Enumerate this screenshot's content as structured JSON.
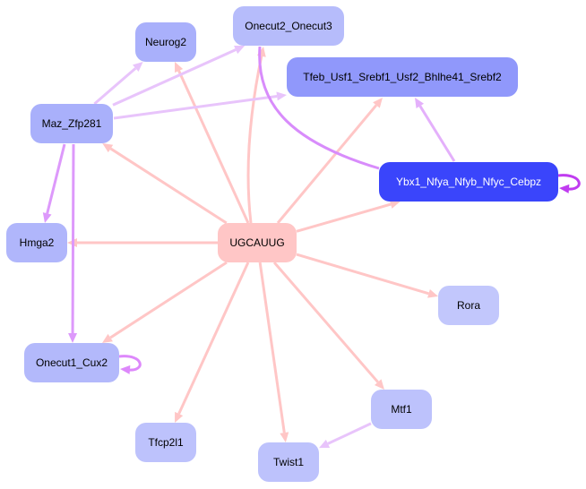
{
  "graph": {
    "type": "directed-network",
    "nodes": [
      {
        "id": "UGCAUUG",
        "label": "UGCAUUG",
        "fill": "#ffc6c6",
        "text_color": "#000000",
        "kind": "mirna-seed"
      },
      {
        "id": "Neurog2",
        "label": "Neurog2",
        "fill": "#a9b0fb",
        "text_color": "#000000"
      },
      {
        "id": "Onecut2_Onecut3",
        "label": "Onecut2_Onecut3",
        "fill": "#b6bcfb",
        "text_color": "#000000"
      },
      {
        "id": "Tfeb",
        "label": "Tfeb_Usf1_Srebf1_Usf2_Bhlhe41_Srebf2",
        "fill": "#9098fb",
        "text_color": "#000000"
      },
      {
        "id": "Maz_Zfp281",
        "label": "Maz_Zfp281",
        "fill": "#a9b0fb",
        "text_color": "#000000"
      },
      {
        "id": "Ybx1",
        "label": "Ybx1_Nfya_Nfyb_Nfyc_Cebpz",
        "fill": "#3a45fb",
        "text_color": "#ffffff"
      },
      {
        "id": "Hmga2",
        "label": "Hmga2",
        "fill": "#b0b6fb",
        "text_color": "#000000"
      },
      {
        "id": "Rora",
        "label": "Rora",
        "fill": "#c2c7fc",
        "text_color": "#000000"
      },
      {
        "id": "Onecut1_Cux2",
        "label": "Onecut1_Cux2",
        "fill": "#b3b9fb",
        "text_color": "#000000"
      },
      {
        "id": "Mtf1",
        "label": "Mtf1",
        "fill": "#bdc2fc",
        "text_color": "#000000"
      },
      {
        "id": "Tfcp2l1",
        "label": "Tfcp2l1",
        "fill": "#bdc2fc",
        "text_color": "#000000"
      },
      {
        "id": "Twist1",
        "label": "Twist1",
        "fill": "#bdc2fc",
        "text_color": "#000000"
      }
    ],
    "edges": [
      {
        "from": "UGCAUUG",
        "to": "Neurog2",
        "color": "#ffc6c6"
      },
      {
        "from": "UGCAUUG",
        "to": "Onecut2_Onecut3",
        "color": "#ffc6c6"
      },
      {
        "from": "UGCAUUG",
        "to": "Tfeb",
        "color": "#ffc6c6"
      },
      {
        "from": "UGCAUUG",
        "to": "Maz_Zfp281",
        "color": "#ffc6c6"
      },
      {
        "from": "UGCAUUG",
        "to": "Ybx1",
        "color": "#ffc6c6"
      },
      {
        "from": "UGCAUUG",
        "to": "Hmga2",
        "color": "#ffc6c6"
      },
      {
        "from": "UGCAUUG",
        "to": "Rora",
        "color": "#ffc6c6"
      },
      {
        "from": "UGCAUUG",
        "to": "Onecut1_Cux2",
        "color": "#ffc6c6"
      },
      {
        "from": "UGCAUUG",
        "to": "Mtf1",
        "color": "#ffc6c6"
      },
      {
        "from": "UGCAUUG",
        "to": "Tfcp2l1",
        "color": "#ffc6c6"
      },
      {
        "from": "UGCAUUG",
        "to": "Twist1",
        "color": "#ffc6c6"
      },
      {
        "from": "Maz_Zfp281",
        "to": "Neurog2",
        "color": "#e8c4fb"
      },
      {
        "from": "Maz_Zfp281",
        "to": "Onecut2_Onecut3",
        "color": "#e8c4fb"
      },
      {
        "from": "Maz_Zfp281",
        "to": "Tfeb",
        "color": "#e8c4fb"
      },
      {
        "from": "Maz_Zfp281",
        "to": "Hmga2",
        "color": "#dd99fb"
      },
      {
        "from": "Maz_Zfp281",
        "to": "Onecut1_Cux2",
        "color": "#dd99fb"
      },
      {
        "from": "Ybx1",
        "to": "Tfeb",
        "color": "#e4b0fb"
      },
      {
        "from": "Ybx1",
        "to": "Onecut2_Onecut3",
        "color": "#d88cfb",
        "arrow": false
      },
      {
        "from": "Ybx1",
        "to": "Ybx1",
        "color": "#c03cf0",
        "self_loop": true
      },
      {
        "from": "Onecut1_Cux2",
        "to": "Onecut1_Cux2",
        "color": "#dd88fb",
        "self_loop": true
      },
      {
        "from": "Mtf1",
        "to": "Twist1",
        "color": "#e8c4fb"
      }
    ]
  }
}
